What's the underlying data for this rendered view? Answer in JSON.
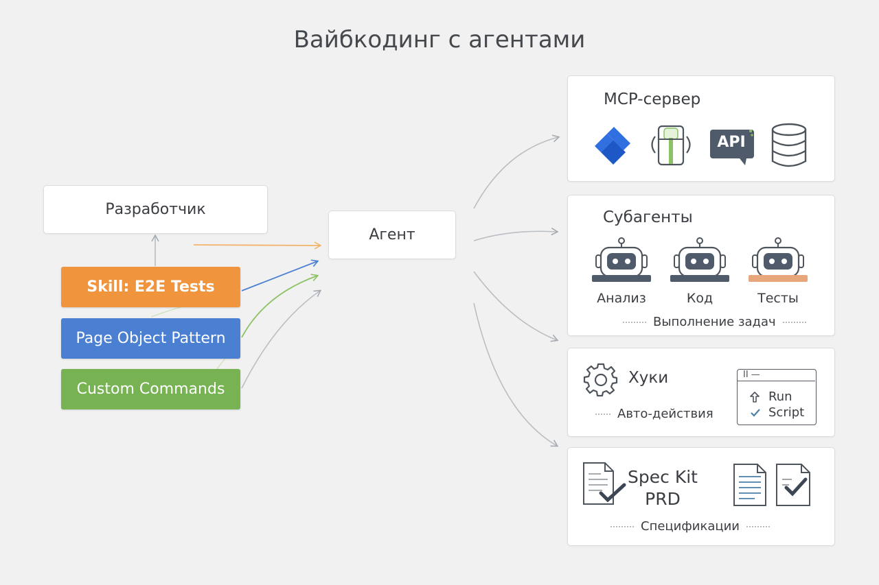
{
  "title": "Вайбкодинг с агентами",
  "developer": {
    "label": "Разработчик"
  },
  "agent": {
    "label": "Агент"
  },
  "inputs": [
    {
      "label": "Skill: E2E Tests",
      "color": "#f0943e"
    },
    {
      "label": "Page Object Pattern",
      "color": "#4a7fd1"
    },
    {
      "label": "Custom Commands",
      "color": "#77b253"
    }
  ],
  "panels": {
    "mcp": {
      "title": "MCP-сервер",
      "icons": [
        "jira-icon",
        "pipeline-server-icon",
        "api-icon",
        "database-icon"
      ],
      "api_text": "API"
    },
    "subagents": {
      "title": "Субагенты",
      "robots": [
        {
          "label": "Анализ",
          "accent": "#4f5a6a"
        },
        {
          "label": "Код",
          "accent": "#4f5a6a"
        },
        {
          "label": "Тесты",
          "accent": "#e7a77a"
        }
      ],
      "caption": "Выполнение задач"
    },
    "hooks": {
      "title": "Хуки",
      "caption": "Авто-действия",
      "card": {
        "header": "II —",
        "line1": "Run",
        "line2": "Script"
      }
    },
    "spec": {
      "title_line1": "Spec Kit",
      "title_line2": "PRD",
      "caption": "Спецификации"
    }
  },
  "colors": {
    "orange": "#f0943e",
    "blue": "#4a7fd1",
    "green": "#77b253",
    "gray_arrow": "#aab0b6",
    "jira_blue": "#2f6fe0"
  }
}
